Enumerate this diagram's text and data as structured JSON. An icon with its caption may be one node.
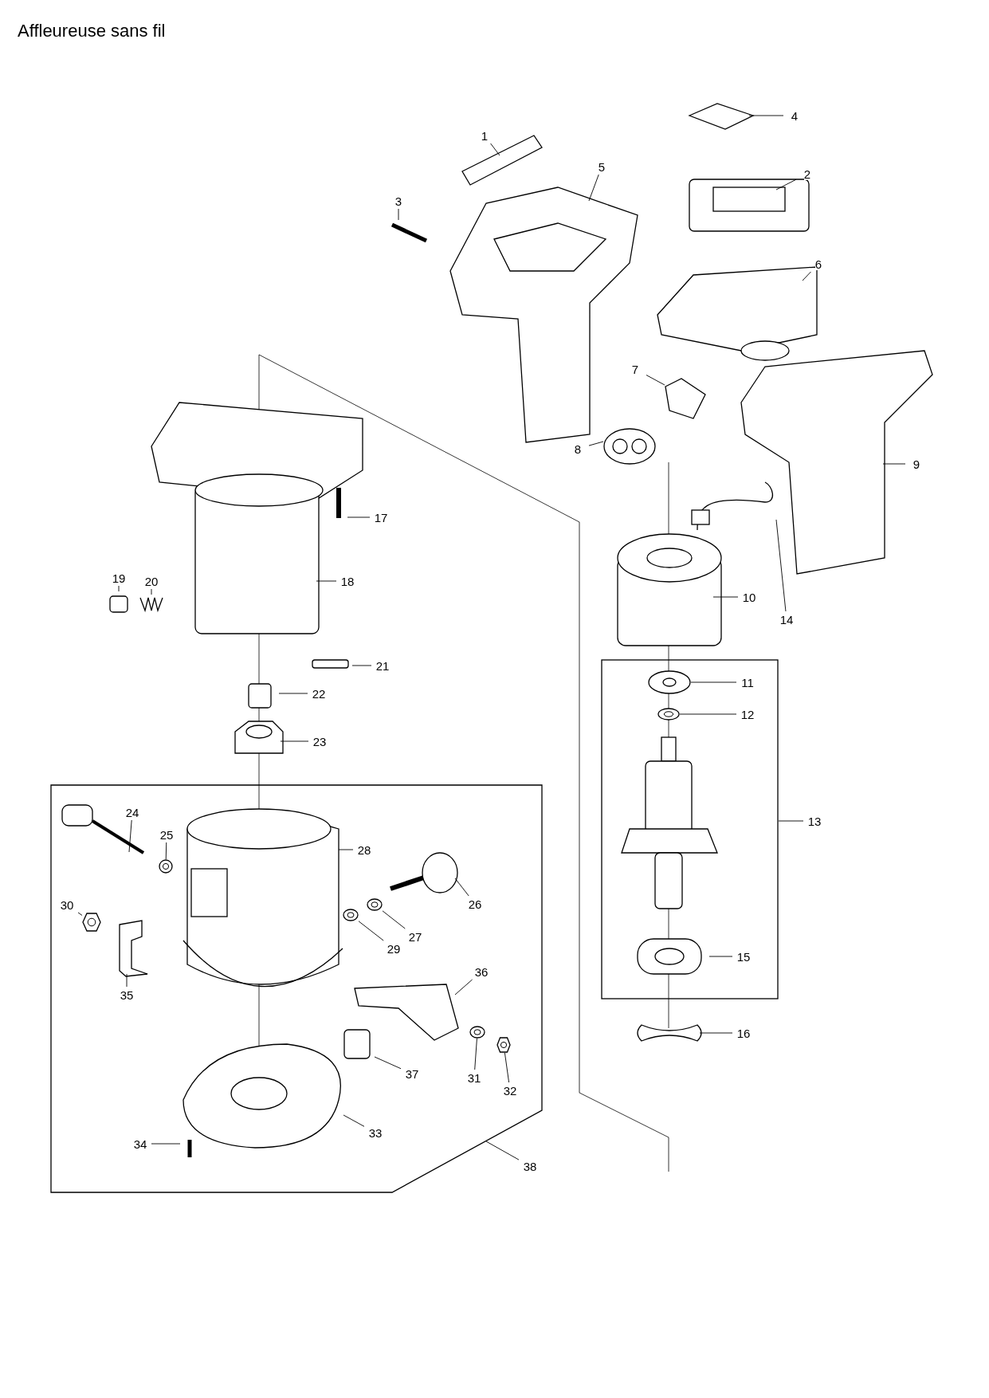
{
  "diagram": {
    "title": "Affleureuse sans fil",
    "nodes": [
      {
        "text": [
          "1"
        ]
      },
      {
        "text": [
          "2"
        ]
      },
      {
        "text": [
          "3"
        ]
      },
      {
        "text": [
          "4"
        ]
      },
      {
        "text": [
          "5"
        ]
      },
      {
        "text": [
          "6"
        ]
      },
      {
        "text": [
          "7"
        ]
      },
      {
        "text": [
          "8"
        ]
      },
      {
        "text": [
          "9"
        ]
      },
      {
        "text": [
          "10"
        ]
      },
      {
        "text": [
          "11"
        ]
      },
      {
        "text": [
          "12"
        ]
      },
      {
        "text": [
          "13"
        ]
      },
      {
        "text": [
          "14"
        ]
      },
      {
        "text": [
          "15"
        ]
      },
      {
        "text": [
          "16"
        ]
      },
      {
        "text": [
          "17"
        ]
      },
      {
        "text": [
          "18"
        ]
      },
      {
        "text": [
          "19"
        ]
      },
      {
        "text": [
          "20"
        ]
      },
      {
        "text": [
          "21"
        ]
      },
      {
        "text": [
          "22"
        ]
      },
      {
        "text": [
          "23"
        ]
      },
      {
        "text": [
          "24"
        ]
      },
      {
        "text": [
          "25"
        ]
      },
      {
        "text": [
          "26"
        ]
      },
      {
        "text": [
          "27"
        ]
      },
      {
        "text": [
          "28"
        ]
      },
      {
        "text": [
          "29"
        ]
      },
      {
        "text": [
          "30"
        ]
      },
      {
        "text": [
          "31"
        ]
      },
      {
        "text": [
          "32"
        ]
      },
      {
        "text": [
          "33"
        ]
      },
      {
        "text": [
          "34"
        ]
      },
      {
        "text": [
          "35"
        ]
      },
      {
        "text": [
          "36"
        ]
      },
      {
        "text": [
          "37"
        ]
      },
      {
        "text": [
          "38"
        ]
      },
      {
        "text": [],
        "shape": "circle"
      },
      {
        "text": [],
        "shape": "circle"
      },
      {
        "text": [],
        "shape": "circle"
      },
      {
        "text": [],
        "shape": "circle"
      },
      {
        "text": [],
        "shape": "box"
      },
      {
        "text": [],
        "shape": "circle"
      },
      {
        "text": [],
        "shape": "box"
      }
    ],
    "edges": [
      {
        "from": 0,
        "to": null,
        "arrow": "none"
      },
      {
        "from": 1,
        "to": null,
        "arrow": "none"
      },
      {
        "from": 2,
        "to": null,
        "arrow": "none"
      },
      {
        "from": 3,
        "to": null,
        "arrow": "none"
      },
      {
        "from": 4,
        "to": null,
        "arrow": "none"
      },
      {
        "from": 5,
        "to": null,
        "arrow": "none"
      },
      {
        "from": 6,
        "to": null,
        "arrow": "none"
      },
      {
        "from": 7,
        "to": null,
        "arrow": "none"
      },
      {
        "from": 8,
        "to": null,
        "arrow": "none"
      },
      {
        "from": 9,
        "to": null,
        "arrow": "none"
      },
      {
        "from": 10,
        "to": null,
        "arrow": "none"
      },
      {
        "from": 11,
        "to": 38,
        "arrow": "none"
      },
      {
        "from": 12,
        "to": null,
        "arrow": "none"
      },
      {
        "from": 13,
        "to": null,
        "arrow": "none"
      },
      {
        "from": 14,
        "to": null,
        "arrow": "none"
      },
      {
        "from": 15,
        "to": null,
        "arrow": "none"
      },
      {
        "from": 16,
        "to": null,
        "arrow": "none"
      },
      {
        "from": 17,
        "to": null,
        "arrow": "none"
      },
      {
        "from": 18,
        "to": null,
        "arrow": "none"
      },
      {
        "from": 19,
        "to": null,
        "arrow": "none"
      },
      {
        "from": 20,
        "to": null,
        "arrow": "none"
      },
      {
        "from": 21,
        "to": null,
        "arrow": "none"
      },
      {
        "from": 22,
        "to": null,
        "arrow": "none"
      },
      {
        "from": 23,
        "to": null,
        "arrow": "none"
      },
      {
        "from": 24,
        "to": 39,
        "arrow": "none"
      },
      {
        "from": 25,
        "to": null,
        "arrow": "none"
      },
      {
        "from": 26,
        "to": 40,
        "arrow": "none"
      },
      {
        "from": 27,
        "to": null,
        "arrow": "none"
      },
      {
        "from": 28,
        "to": 41,
        "arrow": "none"
      },
      {
        "from": 29,
        "to": 42,
        "arrow": "none"
      },
      {
        "from": 30,
        "to": 43,
        "arrow": "none"
      },
      {
        "from": 31,
        "to": 44,
        "arrow": "none"
      },
      {
        "from": 32,
        "to": null,
        "arrow": "none"
      },
      {
        "from": 33,
        "to": null,
        "arrow": "none"
      },
      {
        "from": 34,
        "to": null,
        "arrow": "none"
      },
      {
        "from": 35,
        "to": null,
        "arrow": "none"
      },
      {
        "from": 36,
        "to": null,
        "arrow": "none"
      },
      {
        "from": 37,
        "to": null,
        "arrow": "none"
      }
    ]
  }
}
